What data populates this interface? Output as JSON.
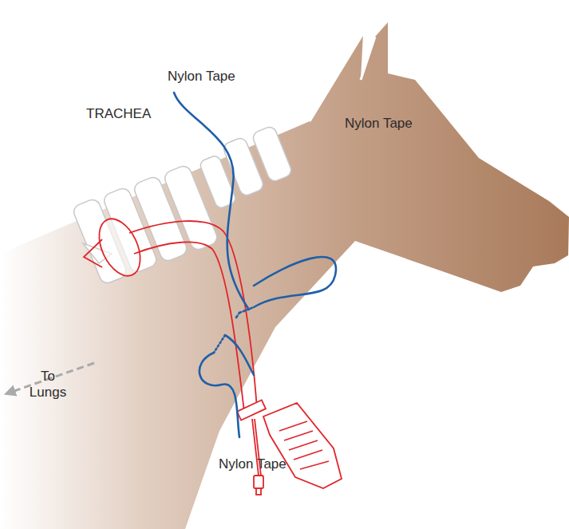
{
  "diagram": {
    "labels": [
      "Nylon Tape",
      "TRACHEA",
      "Nylon Tape",
      "To Lungs",
      "Nylon Tape"
    ]
  }
}
